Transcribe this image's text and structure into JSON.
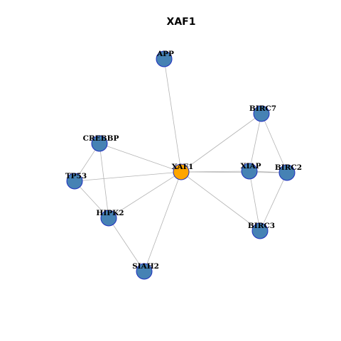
{
  "title": "XAF1",
  "colors": {
    "node_default": "#4682b4",
    "node_center": "#ffa500",
    "node_border": "#1f2fbf",
    "edge": "#b3b3b3"
  },
  "nodes": [
    {
      "id": "XAF1",
      "label": "XAF1",
      "center": true
    },
    {
      "id": "APP",
      "label": "APP",
      "center": false
    },
    {
      "id": "BIRC7",
      "label": "BIRC7",
      "center": false
    },
    {
      "id": "CREBBP",
      "label": "CREBBP",
      "center": false
    },
    {
      "id": "TP53",
      "label": "TP53",
      "center": false
    },
    {
      "id": "XIAP",
      "label": "XIAP",
      "center": false
    },
    {
      "id": "BIRC2",
      "label": "BIRC2",
      "center": false
    },
    {
      "id": "HIPK2",
      "label": "HIPK2",
      "center": false
    },
    {
      "id": "BIRC3",
      "label": "BIRC3",
      "center": false
    },
    {
      "id": "SIAH2",
      "label": "SIAH2",
      "center": false
    }
  ],
  "edges": [
    [
      "XAF1",
      "APP"
    ],
    [
      "XAF1",
      "BIRC7"
    ],
    [
      "XAF1",
      "CREBBP"
    ],
    [
      "XAF1",
      "TP53"
    ],
    [
      "XAF1",
      "XIAP"
    ],
    [
      "XAF1",
      "BIRC2"
    ],
    [
      "XAF1",
      "HIPK2"
    ],
    [
      "XAF1",
      "BIRC3"
    ],
    [
      "XAF1",
      "SIAH2"
    ],
    [
      "CREBBP",
      "TP53"
    ],
    [
      "CREBBP",
      "HIPK2"
    ],
    [
      "TP53",
      "HIPK2"
    ],
    [
      "HIPK2",
      "SIAH2"
    ],
    [
      "BIRC7",
      "XIAP"
    ],
    [
      "BIRC7",
      "BIRC2"
    ],
    [
      "XIAP",
      "BIRC2"
    ],
    [
      "XIAP",
      "BIRC3"
    ],
    [
      "BIRC2",
      "BIRC3"
    ]
  ]
}
